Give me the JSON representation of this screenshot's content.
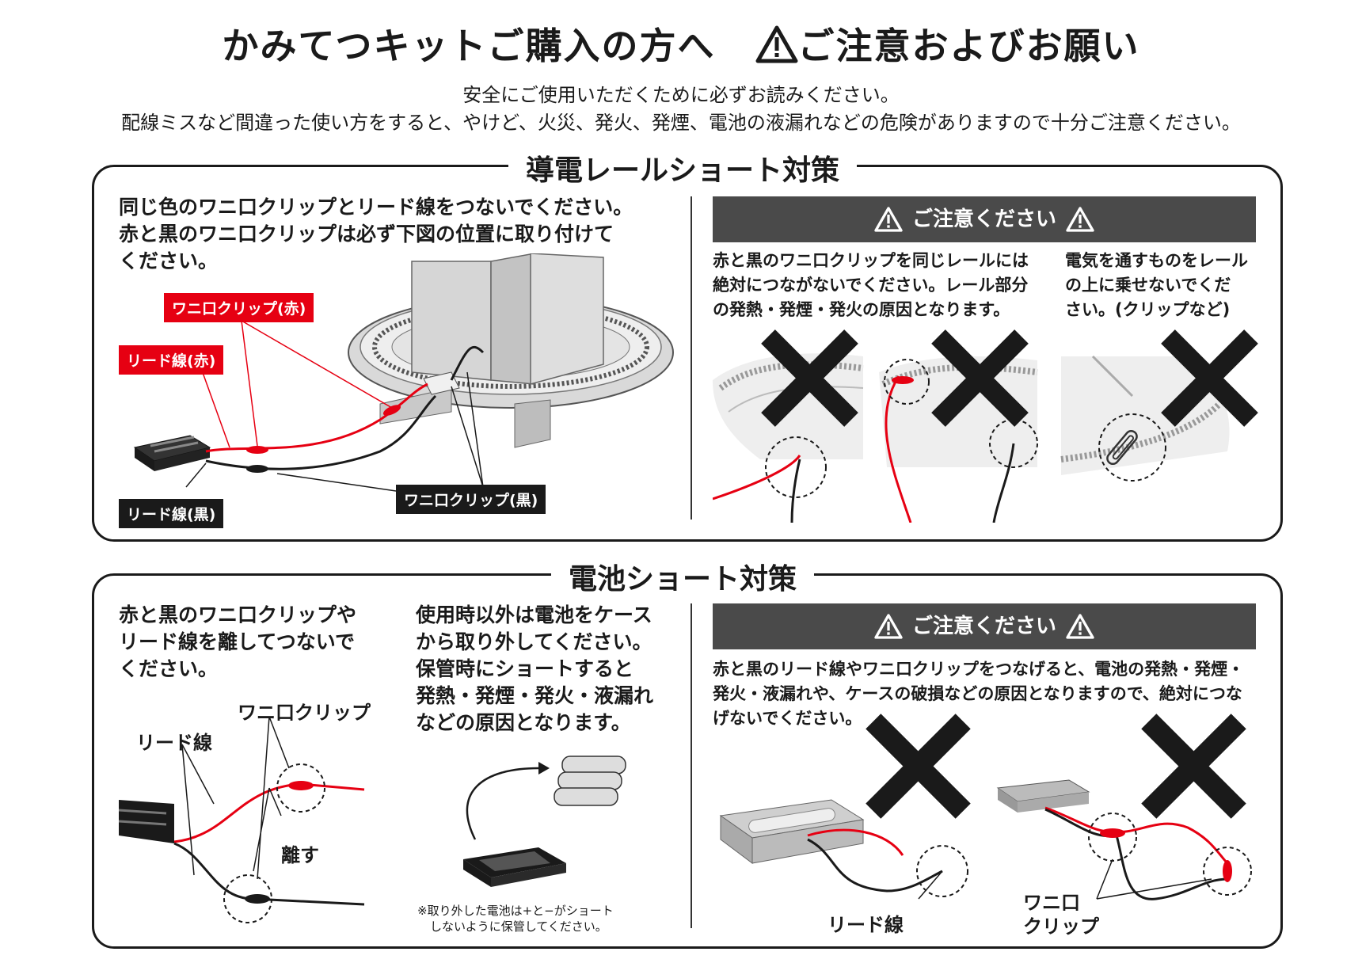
{
  "header": {
    "title_left": "かみてつキットご購入の方へ",
    "title_right": "ご注意およびお願い",
    "subtitle1": "安全にご使用いただくために必ずお読みください。",
    "subtitle2": "配線ミスなど間違った使い方をすると、やけど、火災、発火、発煙、電池の液漏れなどの危険がありますので十分ご注意ください。"
  },
  "rail_section": {
    "title": "導電レールショート対策",
    "instruction_lines": [
      "同じ色のワニ口クリップとリード線をつないでください。",
      "赤と黒のワニ口クリップは必ず下図の位置に取り付けて",
      "ください。"
    ],
    "labels": {
      "clip_red": "ワニ口クリップ(赤)",
      "lead_red": "リード線(赤)",
      "lead_black": "リード線(黒)",
      "clip_black": "ワニ口クリップ(黒)"
    },
    "caution_title": "ご注意ください",
    "caution_left": [
      "赤と黒のワニ口クリップを同じレールには",
      "絶対につながないでください。レール部分",
      "の発熱・発煙・発火の原因となります。"
    ],
    "caution_right": [
      "電気を通すものをレール",
      "の上に乗せないでくだ",
      "さい。(クリップなど)"
    ]
  },
  "battery_section": {
    "title": "電池ショート対策",
    "col1_lines": [
      "赤と黒のワニ口クリップや",
      "リード線を離してつないで",
      "ください。"
    ],
    "col1_labels": {
      "clip": "ワニ口クリップ",
      "lead": "リード線",
      "separate": "離す"
    },
    "col2_lines": [
      "使用時以外は電池をケース",
      "から取り外してください。",
      "保管時にショートすると",
      "発熱・発煙・発火・液漏れ",
      "などの原因となります。"
    ],
    "col2_note": [
      "※取り外した電池は+と−がショート",
      "しないように保管してください。"
    ],
    "caution_title": "ご注意ください",
    "caution_lines": [
      "赤と黒のリード線やワニ口クリップをつなげると、電池の発熱・発煙・",
      "発火・液漏れや、ケースの破損などの原因となりますので、絶対につな",
      "げないでください。"
    ],
    "bottom_labels": {
      "lead": "リード線",
      "clip1": "ワニ口",
      "clip2": "クリップ"
    }
  },
  "colors": {
    "red": "#e60012",
    "black": "#1a1a1a",
    "caution_bg": "#4a4a4a"
  },
  "icons": [
    "warning-icon",
    "cross-icon"
  ]
}
